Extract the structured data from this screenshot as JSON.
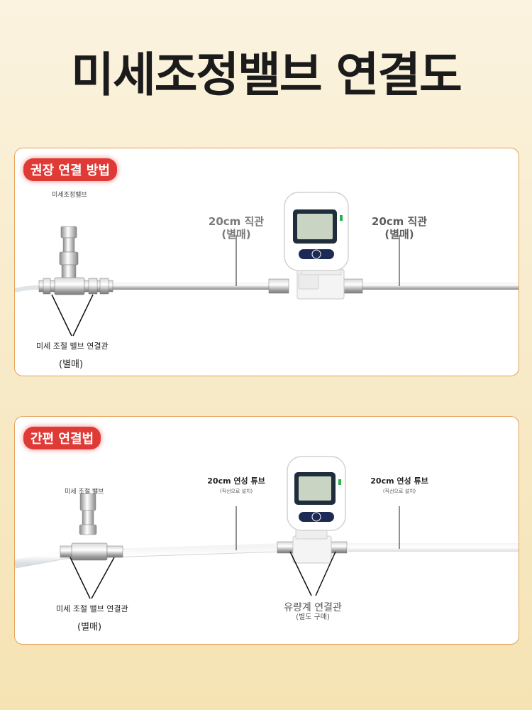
{
  "title": "미세조정밸브 연결도",
  "panel1": {
    "badge": "권장 연결 방법",
    "valve_label": "미세조정밸브",
    "tube_left_label": "20cm 직관",
    "tube_left_sub": "(별매)",
    "tube_right_label": "20cm 직관",
    "tube_right_sub": "(별매)",
    "connector_label": "미세 조절 밸브 연결관",
    "connector_sub": "(별매)"
  },
  "panel2": {
    "badge": "간편 연결법",
    "valve_label": "미세 조절 밸브",
    "tube_left_label": "20cm 연성 튜브",
    "tube_left_sub": "(직선으로 설치)",
    "tube_right_label": "20cm 연성 튜브",
    "tube_right_sub": "(직선으로 설치)",
    "connector_label": "미세 조절 밸브 연결관",
    "connector_sub": "(별매)",
    "meter_connector_label": "유량계 연결관",
    "meter_connector_sub": "(별도 구매)"
  },
  "colors": {
    "badge": "#df3a36",
    "panel_border": "#e7a25a",
    "background": "#f8eccd"
  }
}
